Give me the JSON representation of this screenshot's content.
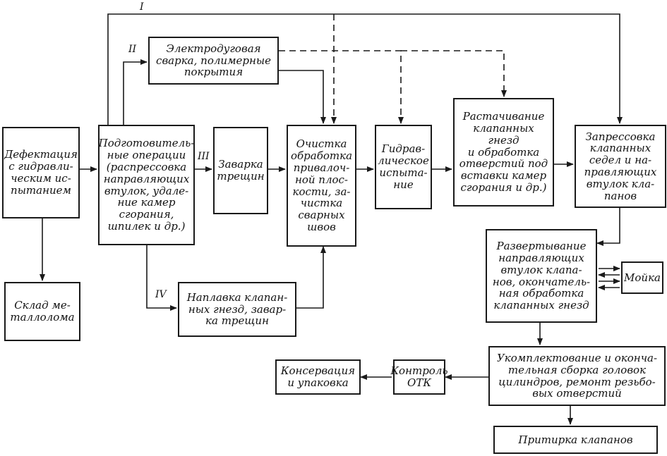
{
  "diagram": {
    "boxes": {
      "defect": "Дефектация\nс гидравли-\nческим ис-\nпытанием",
      "scrap": "Склад ме-\nталлолома",
      "prep": "Подготовитель-\nные операции\n(распрессовка\nнаправляющих\nвтулок, удале-\nние камер\nсгорания,\nшпилек и др.)",
      "weld_cracks": "Заварка\nтрещин",
      "arc_weld": "Электродуговая\nсварка, полимерные\nпокрытия",
      "surfacing": "Наплавка клапан-\nных гнезд, завар-\nка трещин",
      "cleaning": "Очистка\nобработка\nпривалоч-\nной плос-\nкости, за-\nчистка\nсварных\nшвов",
      "hydro": "Гидрав-\nлическое\nиспыта-\nние",
      "boring": "Растачивание\nклапанных гнезд\nи обработка\nотверстий под\nвставки камер\nсгорания и др.)",
      "press": "Запрессовка\nклапанных\nседел и на-\nправляющих\nвтулок кла-\nпанов",
      "reaming": "Развертывание\nнаправляющих\nвтулок клапа-\nнов, окончатель-\nная обработка\nклапанных гнезд",
      "washing": "Мойка",
      "assembly": "Укомплектование и оконча-\nтельная сборка головок\nцилиндров, ремонт резьбо-\nвых отверстий",
      "otk": "Контроль\nОТК",
      "conservation": "Консервация\nи упаковка",
      "lapping": "Притирка клапанов"
    },
    "route_labels": {
      "r1": "I",
      "r2": "II",
      "r3": "III",
      "r4": "IV"
    }
  }
}
